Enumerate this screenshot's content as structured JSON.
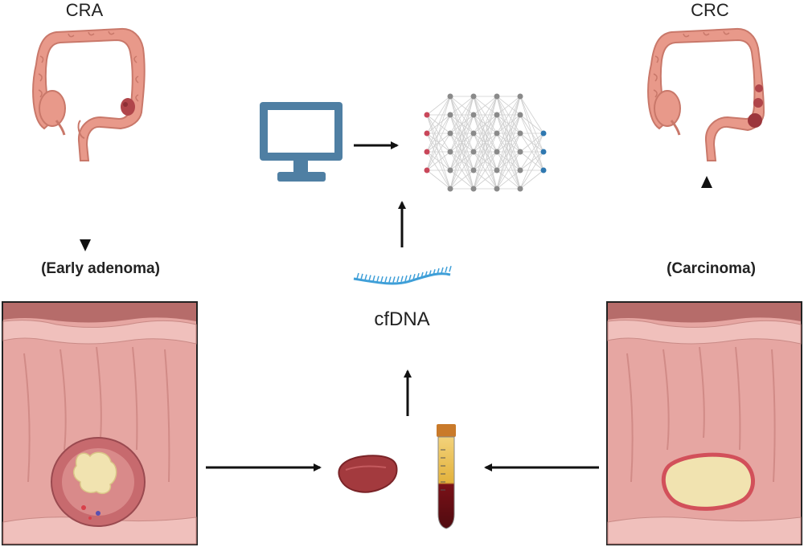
{
  "left_stage": {
    "title": "CRA",
    "subtitle": "(Early adenoma)"
  },
  "right_stage": {
    "title": "CRC",
    "subtitle": "(Carcinoma)"
  },
  "center": {
    "biomarker_label": "cfDNA"
  },
  "colors": {
    "colon": "#e8998a",
    "colon_outline": "#c9786a",
    "tissue_pink": "#e6a6a2",
    "tumor_cream": "#f1e3b0",
    "tumor_dark": "#b0454a",
    "computer_blue": "#4f7fa3",
    "network_grey": "#8a8a8a",
    "input_node": "#c9475a",
    "output_node": "#2f78b0",
    "dna_blue": "#3f9fd8",
    "blood": "#6b0e14",
    "tube_cap": "#c97a2a",
    "arrow": "#111111"
  },
  "icons": [
    "colon-icon",
    "computer-monitor-icon",
    "neural-network-icon",
    "dna-strand-icon",
    "tissue-sample-icon",
    "blood-tube-icon"
  ]
}
